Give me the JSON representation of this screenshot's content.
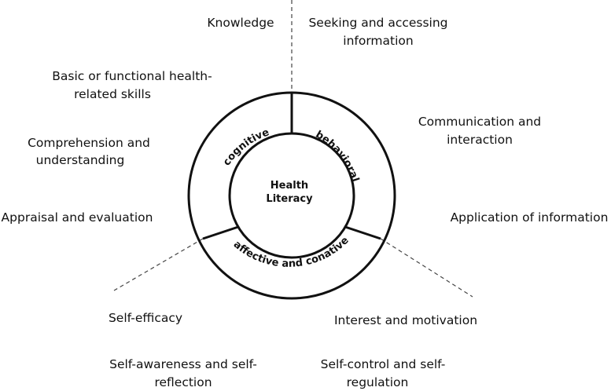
{
  "center": {
    "line1": "Health",
    "line2": "Literacy"
  },
  "segments": {
    "cognitive": "cognitive",
    "behavioral": "behavioral",
    "affective": "affective and conative"
  },
  "labels": {
    "knowledge": "Knowledge",
    "seeking_1": "Seeking and accessing",
    "seeking_2": "information",
    "basic_1": "Basic or functional health-",
    "basic_2": "related skills",
    "communication_1": "Communication and",
    "communication_2": "interaction",
    "comprehension_1": "Comprehension and",
    "comprehension_2": "understanding",
    "appraisal": "Appraisal and evaluation",
    "application": "Application of information",
    "self_efficacy": "Self-efficacy",
    "interest": "Interest and motivation",
    "self_awareness_1": "Self-awareness and self-",
    "self_awareness_2": "reflection",
    "self_control_1": "Self-control and self-",
    "self_control_2": "regulation"
  },
  "colors": {
    "stroke": "#111111",
    "dashed": "#444444",
    "background": "#ffffff"
  }
}
